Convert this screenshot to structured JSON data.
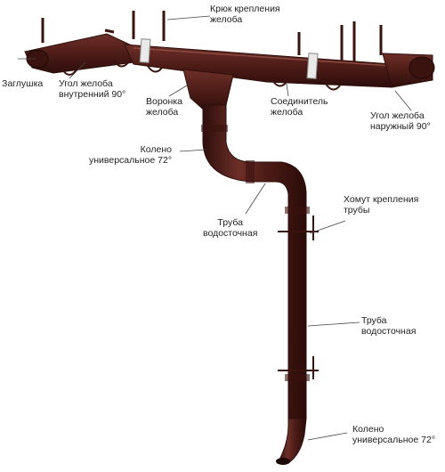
{
  "colors": {
    "metal": "#4e1c17",
    "metal_dark": "#2d0e0b",
    "metal_light": "#7a3a33",
    "bracket": "#e8e8e8",
    "leader": "#444444"
  },
  "labels": {
    "hook": "Крюк крепления\nжелоба",
    "end_cap": "Заглушка",
    "inner_corner": "Угол желоба\nвнутренний 90°",
    "funnel": "Воронка\nжелоба",
    "connector": "Соединитель\nжелоба",
    "outer_corner": "Угол желоба\nнаружный 90°",
    "elbow_top": "Колено\nуниверсальное 72°",
    "pipe_upper": "Труба\nводосточная",
    "clamp": "Хомут крепления\nтрубы",
    "pipe_lower": "Труба\nводосточная",
    "elbow_bottom": "Колено\nуниверсальное 72°"
  }
}
